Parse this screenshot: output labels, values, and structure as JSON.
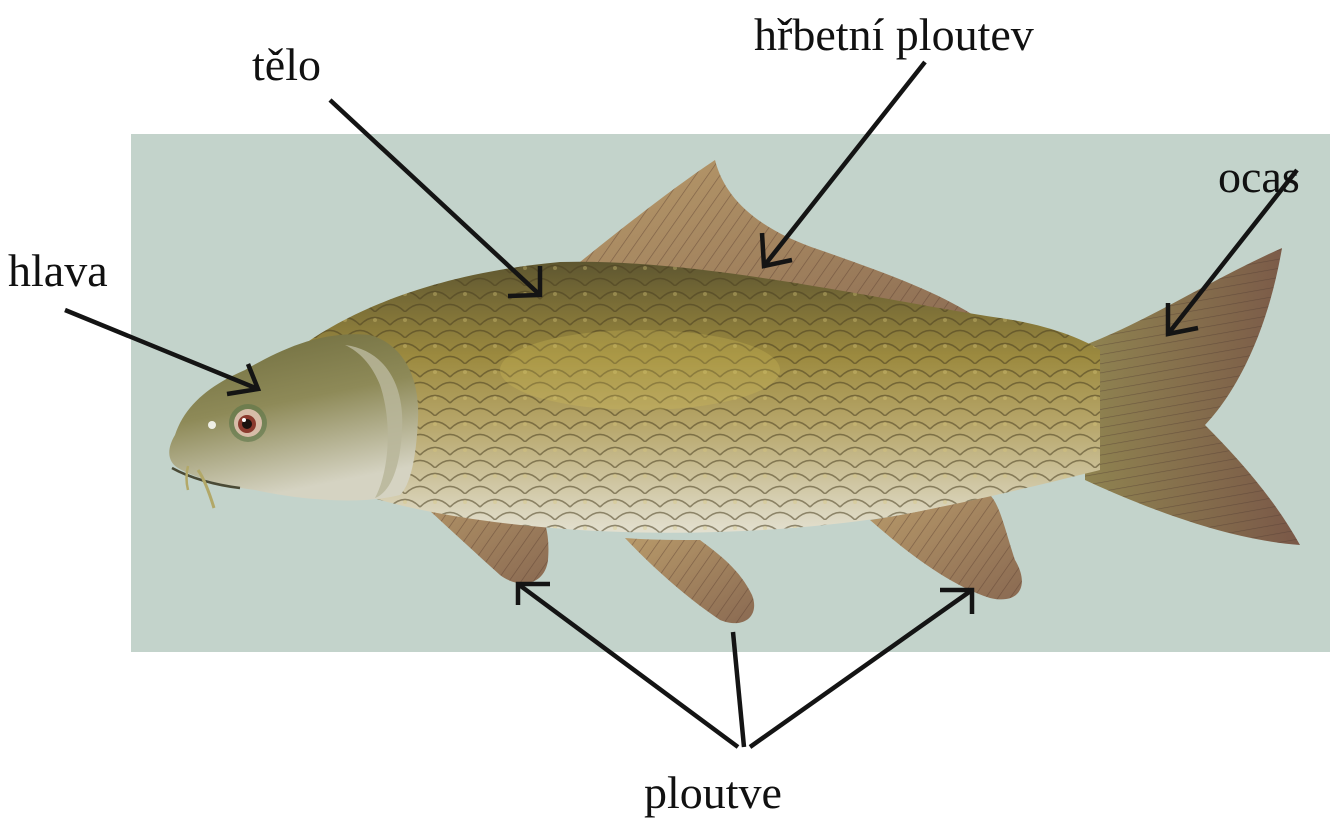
{
  "labels": {
    "head": "hlava",
    "body": "tělo",
    "dorsal_fin": "hřbetní ploutev",
    "tail": "ocas",
    "fins": "ploutve"
  },
  "colors": {
    "background_panel": "#c3d3cb",
    "scales_dark": "#6f6233",
    "scales_mid": "#a8953e",
    "belly": "#ddd9c6",
    "fin_brown": "#9a7a5c",
    "arrow": "#141414"
  }
}
